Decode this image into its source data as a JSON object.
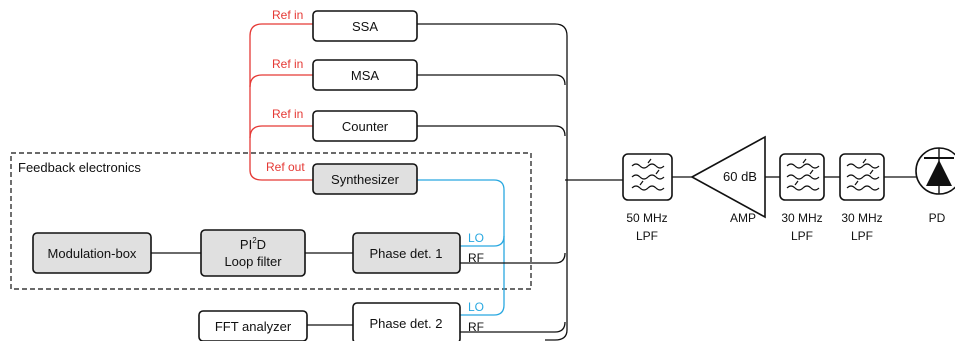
{
  "group": {
    "title": "Feedback electronics"
  },
  "blocks": {
    "ssa": "SSA",
    "msa": "MSA",
    "counter": "Counter",
    "synthesizer": "Synthesizer",
    "modulation_box": "Modulation-box",
    "loop_filter_line1_main": "PI",
    "loop_filter_line1_sup": "2",
    "loop_filter_line1_end": "D",
    "loop_filter_line2": "Loop filter",
    "phase_det_1": "Phase det. 1",
    "phase_det_2": "Phase det. 2",
    "fft_analyzer": "FFT analyzer"
  },
  "ports": {
    "ref_in_ssa": "Ref in",
    "ref_in_msa": "Ref in",
    "ref_in_counter": "Ref in",
    "ref_out": "Ref out",
    "lo_1": "LO",
    "rf_1": "RF",
    "lo_2": "LO",
    "rf_2": "RF"
  },
  "chain": {
    "lpf_50_line1": "50 MHz",
    "lpf_50_line2": "LPF",
    "amp_gain": "60 dB",
    "amp_label": "AMP",
    "lpf_30a_line1": "30 MHz",
    "lpf_30a_line2": "LPF",
    "lpf_30b_line1": "30 MHz",
    "lpf_30b_line2": "LPF",
    "pd_label": "PD"
  },
  "colors": {
    "reference": "#e53935",
    "lo": "#29a8e0",
    "block_fill_grey": "#e0e0e0"
  }
}
